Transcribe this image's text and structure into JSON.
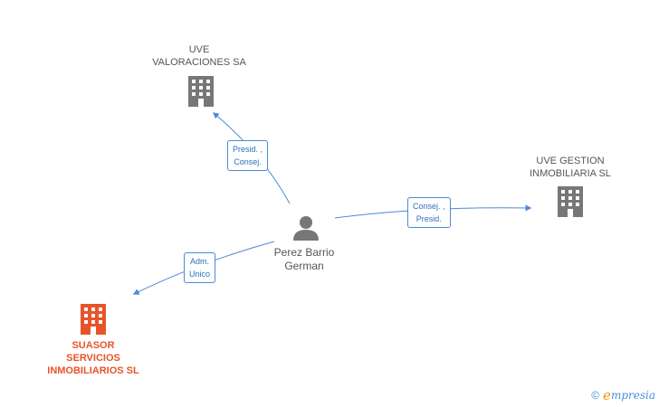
{
  "nodes": {
    "uve_valoraciones": {
      "line1": "UVE",
      "line2": "VALORACIONES SA"
    },
    "uve_gestion": {
      "line1": "UVE GESTION",
      "line2": "INMOBILIARIA SL"
    },
    "suasor": {
      "line1": "SUASOR",
      "line2": "SERVICIOS",
      "line3": "INMOBILIARIOS SL"
    },
    "person": {
      "line1": "Perez Barrio",
      "line2": "German"
    }
  },
  "edges": {
    "to_valoraciones": {
      "line1": "Presid. ,",
      "line2": "Consej."
    },
    "to_gestion": {
      "line1": "Consej. ,",
      "line2": "Presid."
    },
    "to_suasor": {
      "line1": "Adm.",
      "line2": "Unico"
    }
  },
  "colors": {
    "edge": "#4a8bd6",
    "company": "#777777",
    "main_company": "#e8542a",
    "person": "#777777"
  },
  "footer": {
    "copyright": "©",
    "brand_initial": "e",
    "brand_rest": "mpresia"
  }
}
